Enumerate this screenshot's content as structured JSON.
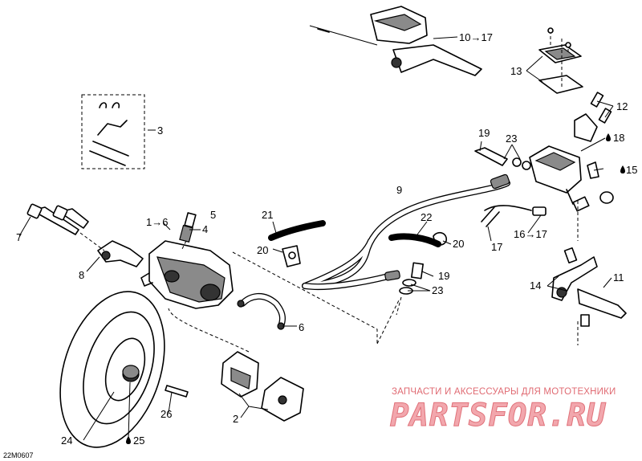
{
  "diagram": {
    "drawing_code": "22M0607",
    "callouts": {
      "c1": "1→6",
      "c2": "2",
      "c3": "3",
      "c4": "4",
      "c5": "5",
      "c6": "6",
      "c7": "7",
      "c8": "8",
      "c9": "9",
      "c10": "10→17",
      "c11": "11",
      "c12": "12",
      "c13": "13",
      "c14": "14",
      "c15": "15",
      "c16": "16→17",
      "c17": "17",
      "c18": "18",
      "c19a": "19",
      "c19b": "19",
      "c20a": "20",
      "c20b": "20",
      "c21": "21",
      "c22": "22",
      "c23a": "23",
      "c23b": "23",
      "c24": "24",
      "c25": "25",
      "c26": "26"
    },
    "drop_symbol_callouts": [
      "15",
      "18",
      "25"
    ]
  },
  "watermark": {
    "tagline": "ЗАПЧАСТИ И АКСЕССУАРЫ ДЛЯ МОТОТЕХНИКИ",
    "logo": "PARTSFOR.RU",
    "color": "#e06b73"
  }
}
